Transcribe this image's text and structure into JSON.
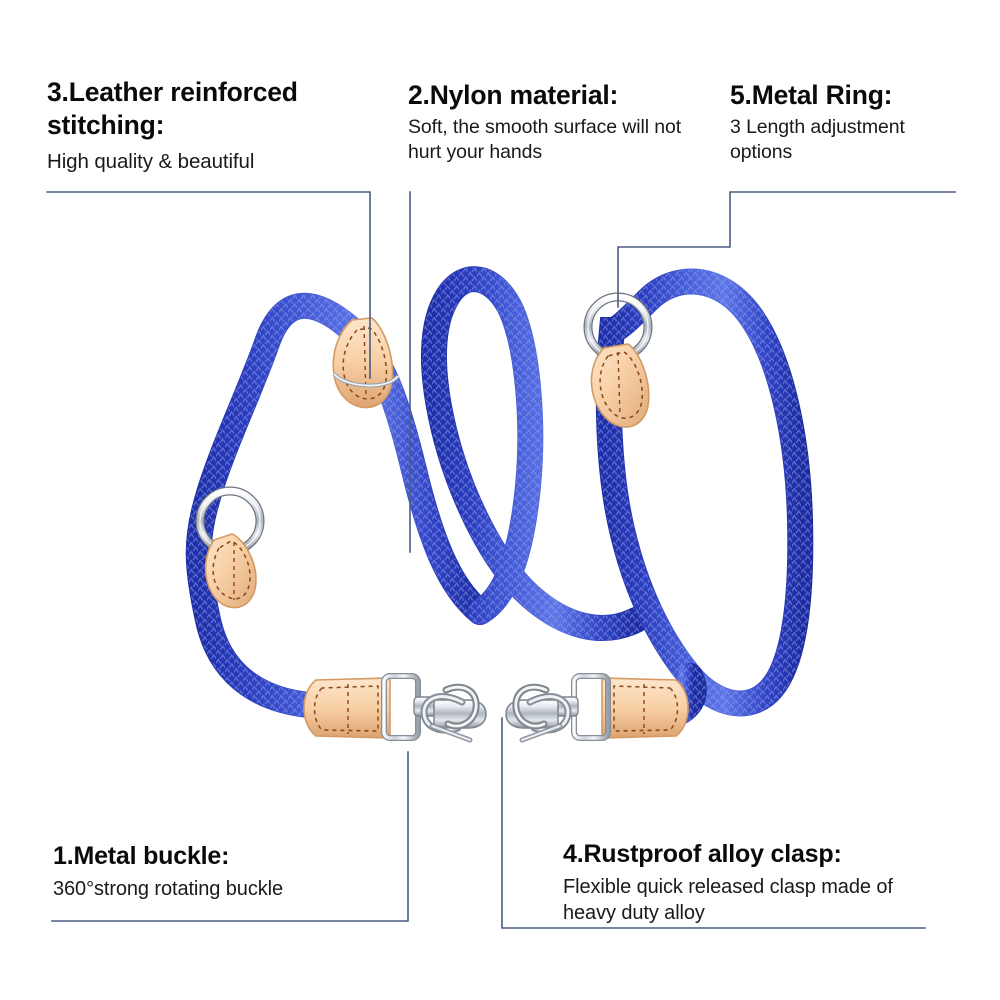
{
  "document": {
    "type": "product-feature-infographic",
    "product": "dual-handle nylon rope dog leash",
    "background_color": "#ffffff"
  },
  "callouts": [
    {
      "id": "leather-stitching",
      "number": "3",
      "title": "3.Leather reinforced stitching:",
      "body": "High quality & beautiful",
      "position": "top-left"
    },
    {
      "id": "nylon-material",
      "number": "2",
      "title": "2.Nylon material:",
      "body": "Soft, the smooth surface will not hurt your hands",
      "position": "top-center"
    },
    {
      "id": "metal-ring",
      "number": "5",
      "title": "5.Metal Ring:",
      "body": "3 Length adjustment options",
      "position": "top-right"
    },
    {
      "id": "metal-buckle",
      "number": "1",
      "title": "1.Metal buckle:",
      "body": "360°strong rotating buckle",
      "position": "bottom-left"
    },
    {
      "id": "alloy-clasp",
      "number": "4",
      "title": "4.Rustproof alloy clasp:",
      "body": "Flexible quick released clasp made of heavy duty alloy",
      "position": "bottom-right"
    }
  ],
  "colors": {
    "rope_dark": "#2336b8",
    "rope_mid": "#3348cc",
    "rope_light": "#5c74e0",
    "rope_highlight": "#8a9bec",
    "leather_light": "#fbdcbb",
    "leather_mid": "#f3c79c",
    "leather_shadow": "#dfa875",
    "stitch": "#7a3a12",
    "metal_light": "#f2f4f6",
    "metal_mid": "#c7ccd4",
    "metal_dark": "#7d848f",
    "leader_line": "#4a5c86",
    "text": "#0a0a0a"
  },
  "leader_lines": {
    "line_width": "1.6",
    "color": "#4a5c86"
  }
}
